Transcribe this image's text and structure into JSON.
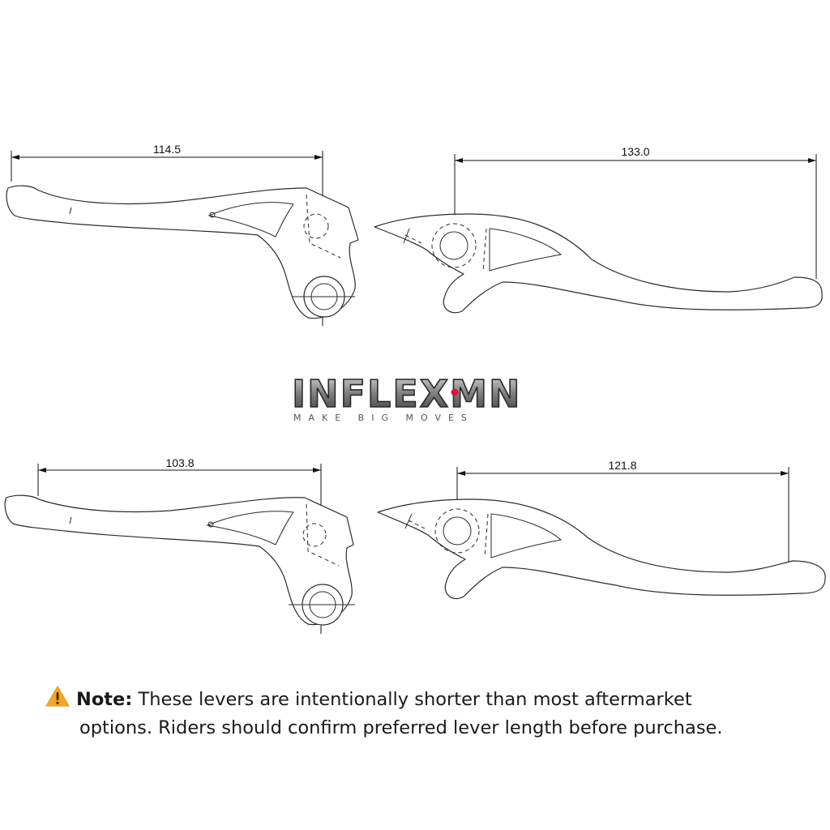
{
  "dimensions": {
    "top_left": "114.5",
    "top_right": "133.0",
    "bottom_left": "103.8",
    "bottom_right": "121.8"
  },
  "logo": {
    "word": "INFLEXMN",
    "tagline": "MAKE BIG MOVES",
    "accent_color": "#e0123a"
  },
  "note": {
    "icon": "warning-icon",
    "label": "Note:",
    "text_line1": "These levers are intentionally shorter than most aftermarket",
    "text_line2": "options. Riders should confirm preferred lever length before purchase."
  },
  "colors": {
    "line": "#2b2b2b",
    "warning": "#f5a623"
  }
}
